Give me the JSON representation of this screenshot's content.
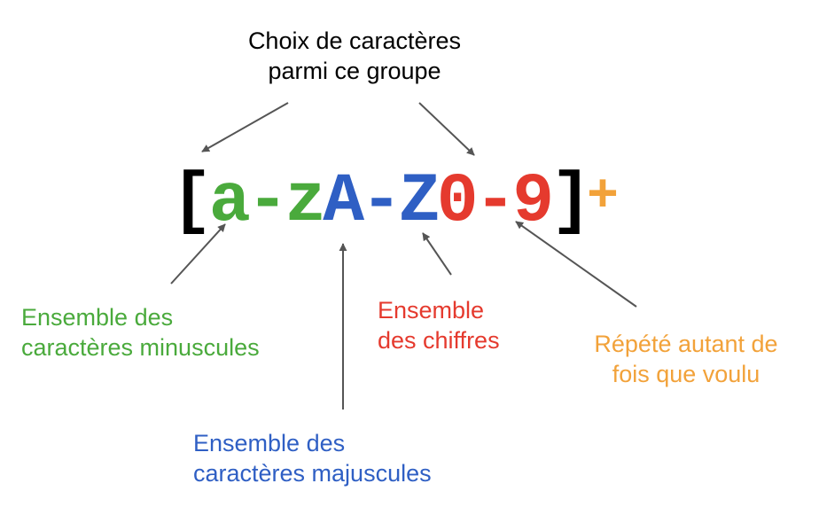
{
  "title": {
    "lines": [
      "Choix de caractères",
      "parmi ce groupe"
    ],
    "color": "#000000"
  },
  "regex": {
    "parts": [
      {
        "text": "[",
        "color": "#000000"
      },
      {
        "text": "a-z",
        "color": "#4aaa3c"
      },
      {
        "text": "A-Z",
        "color": "#2f5fc4"
      },
      {
        "text": "0-9",
        "color": "#e53a2e"
      },
      {
        "text": "]",
        "color": "#000000"
      },
      {
        "text": "+",
        "color": "#f2a23a"
      }
    ]
  },
  "labels": {
    "lowercase": {
      "lines": [
        "Ensemble des",
        "caractères minuscules"
      ],
      "color": "#4aaa3c"
    },
    "uppercase": {
      "lines": [
        "Ensemble des",
        "caractères majuscules"
      ],
      "color": "#2f5fc4"
    },
    "digits": {
      "lines": [
        "Ensemble",
        "des chiffres"
      ],
      "color": "#e53a2e"
    },
    "repeat": {
      "lines": [
        "Répété autant de",
        "fois que voulu"
      ],
      "color": "#f2a23a"
    }
  },
  "arrow_color": "#555555"
}
